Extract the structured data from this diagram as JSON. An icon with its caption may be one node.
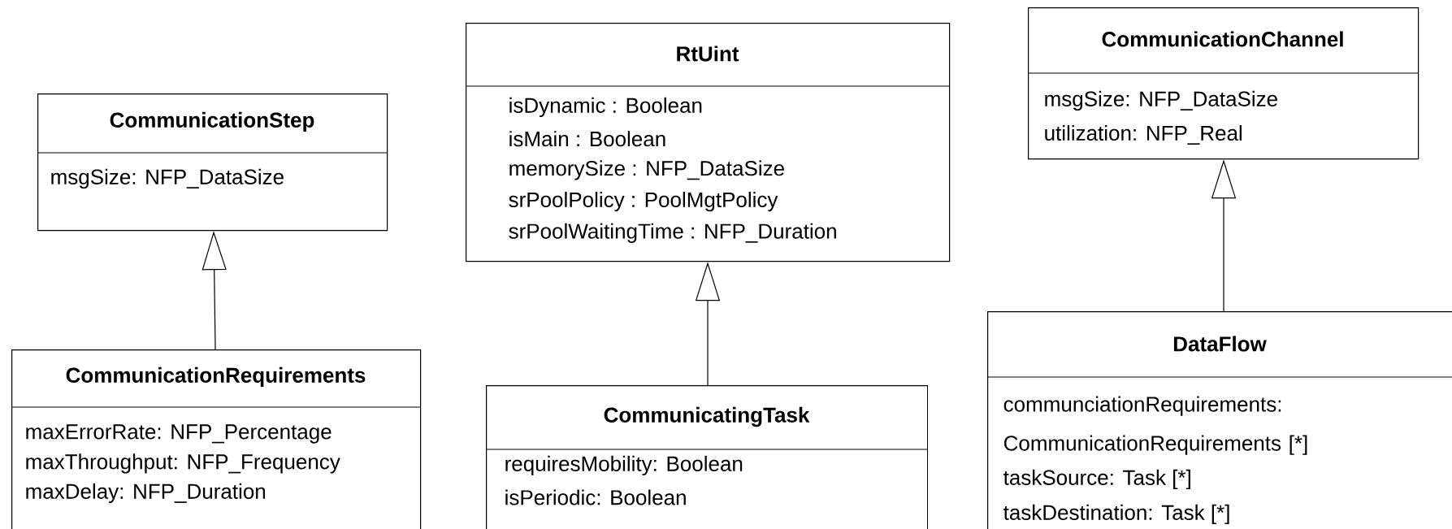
{
  "diagram": {
    "nodes": [
      {
        "text": [
          "CommunicationStep",
          "msgSize: NFP_DataSize"
        ]
      },
      {
        "text": [
          "CommunicationRequirements",
          "maxErrorRate: NFP_Percentage",
          "maxThroughput: NFP_Frequency",
          "maxDelay: NFP_Duration"
        ]
      },
      {
        "text": [
          "RtUint",
          "isDynamic : Boolean",
          "isMain : Boolean",
          "memorySize : NFP_DataSize",
          "srPoolPolicy : PoolMgtPolicy",
          "srPoolWaitingTime : NFP_Duration"
        ]
      },
      {
        "text": [
          "CommunicatingTask",
          "requiresMobility: Boolean",
          "isPeriodic: Boolean"
        ]
      },
      {
        "text": [
          "CommunicationChannel",
          "msgSize: NFP_DataSize",
          "utilization: NFP_Real"
        ]
      },
      {
        "text": [
          "DataFlow",
          "communciationRequirements: CommunicationRequirements [*]",
          "taskSource: Task [*]",
          "taskDestination: Task [*]"
        ]
      }
    ],
    "edges": [
      {
        "from": 1,
        "to": 0,
        "arrow": "to"
      },
      {
        "from": 3,
        "to": 2,
        "arrow": "to"
      },
      {
        "from": 5,
        "to": 4,
        "arrow": "to"
      }
    ]
  }
}
